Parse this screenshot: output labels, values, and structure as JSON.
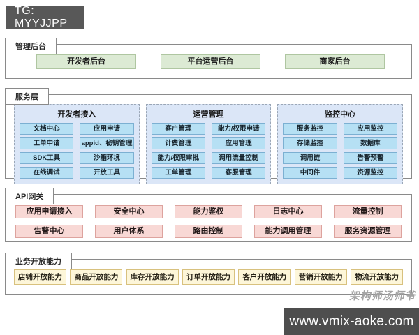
{
  "header": {
    "tag_label": "TG: MYYJJPP"
  },
  "sections": {
    "management": {
      "label": "管理后台",
      "boxes": [
        "开发者后台",
        "平台运营后台",
        "商家后台"
      ]
    },
    "service": {
      "label": "服务层",
      "groups": [
        {
          "title": "开发者接入",
          "items": [
            "文档中心",
            "应用申请",
            "工单申请",
            "appid、秘钥管理",
            "SDK工具",
            "沙箱环境",
            "在线调试",
            "开放工具"
          ]
        },
        {
          "title": "运营管理",
          "items": [
            "客户管理",
            "能力/权限申请",
            "计费管理",
            "应用管理",
            "能力/权限审批",
            "调用流量控制",
            "工单管理",
            "客服管理"
          ]
        },
        {
          "title": "监控中心",
          "items": [
            "服务监控",
            "应用监控",
            "存储监控",
            "数据库",
            "调用链",
            "告警预警",
            "中间件",
            "资源监控"
          ]
        }
      ]
    },
    "gateway": {
      "label": "API网关",
      "boxes": [
        "应用申请接入",
        "安全中心",
        "能力鉴权",
        "日志中心",
        "流量控制",
        "告警中心",
        "用户体系",
        "路由控制",
        "能力调用管理",
        "服务资源管理"
      ]
    },
    "business": {
      "label": "业务开放能力",
      "boxes": [
        "店铺开放能力",
        "商品开放能力",
        "库存开放能力",
        "订单开放能力",
        "客户开放能力",
        "营销开放能力",
        "物流开放能力"
      ]
    }
  },
  "footer": {
    "watermark": "架构师汤师爷",
    "site": "www.vmix-aoke.com"
  },
  "colors": {
    "badge_bg": "#585858",
    "site_bar_bg": "#4e4e4e",
    "management_box_fill": "#dcead4",
    "management_box_border": "#afc6a1",
    "service_group_fill": "#dbe6f7",
    "service_item_fill": "#b6e0f4",
    "service_item_border": "#7cb0d2",
    "gateway_box_fill": "#f8d8d5",
    "gateway_box_border": "#dda39e",
    "business_box_fill": "#fdf6d9",
    "business_box_border": "#d8c17e",
    "frame_border": "#8a8a8a"
  }
}
